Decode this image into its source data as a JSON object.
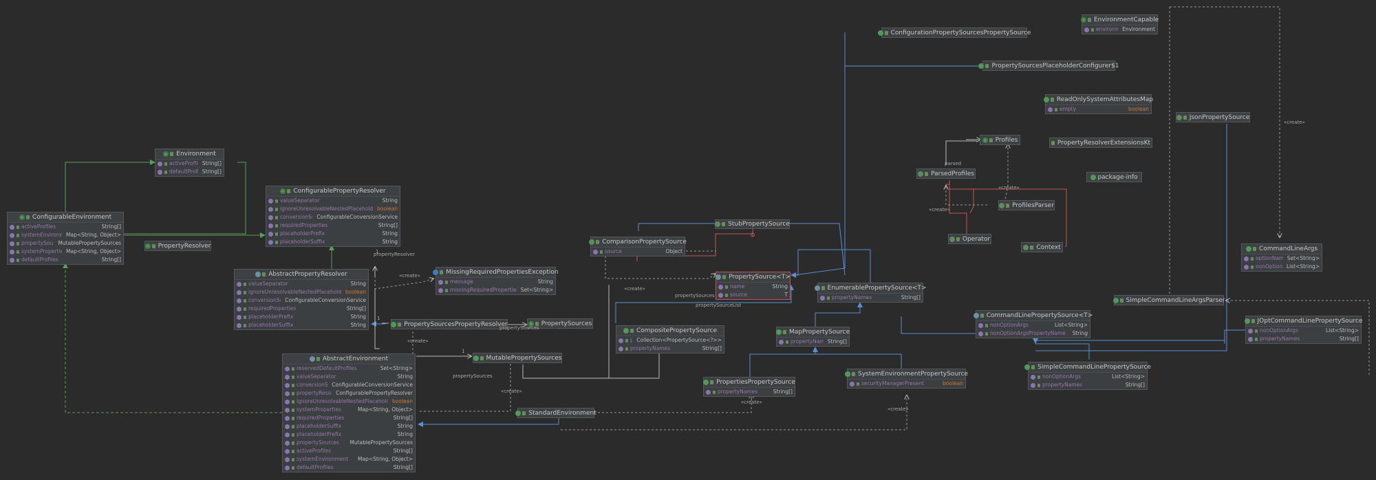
{
  "nodes": {
    "environment": {
      "title": "Environment",
      "fields": [
        [
          "activeProfiles",
          "String[]"
        ],
        [
          "defaultProfiles",
          "String[]"
        ]
      ]
    },
    "configurable_environment": {
      "title": "ConfigurableEnvironment",
      "fields": [
        [
          "activeProfiles",
          "String[]"
        ],
        [
          "systemEnvironment",
          "Map<String, Object>"
        ],
        [
          "propertySources",
          "MutablePropertySources"
        ],
        [
          "systemProperties",
          "Map<String, Object>"
        ],
        [
          "defaultProfiles",
          "String[]"
        ]
      ]
    },
    "property_resolver": {
      "title": "PropertyResolver"
    },
    "configurable_property_resolver": {
      "title": "ConfigurablePropertyResolver",
      "fields": [
        [
          "valueSeparator",
          "String"
        ],
        [
          "ignoreUnresolvableNestedPlaceholders",
          "boolean"
        ],
        [
          "conversionService",
          "ConfigurableConversionService"
        ],
        [
          "requiredProperties",
          "String[]"
        ],
        [
          "placeholderPrefix",
          "String"
        ],
        [
          "placeholderSuffix",
          "String"
        ]
      ]
    },
    "abstract_property_resolver": {
      "title": "AbstractPropertyResolver",
      "fields": [
        [
          "valueSeparator",
          "String"
        ],
        [
          "ignoreUnresolvableNestedPlaceholders",
          "boolean"
        ],
        [
          "conversionService",
          "ConfigurableConversionService"
        ],
        [
          "requiredProperties",
          "String[]"
        ],
        [
          "placeholderPrefix",
          "String"
        ],
        [
          "placeholderSuffix",
          "String"
        ]
      ]
    },
    "missing_required": {
      "title": "MissingRequiredPropertiesException",
      "fields": [
        [
          "message",
          "String"
        ],
        [
          "missingRequiredProperties",
          "Set<String>"
        ]
      ]
    },
    "property_sources_property_resolver": {
      "title": "PropertySourcesPropertyResolver"
    },
    "property_sources": {
      "title": "PropertySources"
    },
    "mutable_property_sources": {
      "title": "MutablePropertySources"
    },
    "abstract_environment": {
      "title": "AbstractEnvironment",
      "fields": [
        [
          "reservedDefaultProfiles",
          "Set<String>"
        ],
        [
          "valueSeparator",
          "String"
        ],
        [
          "conversionService",
          "ConfigurableConversionService"
        ],
        [
          "propertyResolver",
          "ConfigurablePropertyResolver"
        ],
        [
          "ignoreUnresolvableNestedPlaceholders",
          "boolean"
        ],
        [
          "systemProperties",
          "Map<String, Object>"
        ],
        [
          "requiredProperties",
          "String[]"
        ],
        [
          "placeholderSuffix",
          "String"
        ],
        [
          "placeholderPrefix",
          "String"
        ],
        [
          "propertySources",
          "MutablePropertySources"
        ],
        [
          "activeProfiles",
          "String[]"
        ],
        [
          "systemEnvironment",
          "Map<String, Object>"
        ],
        [
          "defaultProfiles",
          "String[]"
        ]
      ]
    },
    "standard_environment": {
      "title": "StandardEnvironment"
    },
    "comparison_property_source": {
      "title": "ComparisonPropertySource",
      "fields": [
        [
          "source",
          "Object"
        ]
      ]
    },
    "stub_property_source": {
      "title": "StubPropertySource"
    },
    "property_source": {
      "title": "PropertySource<T>",
      "fields": [
        [
          "name",
          "String"
        ],
        [
          "source",
          "T"
        ]
      ]
    },
    "composite_property_source": {
      "title": "CompositePropertySource",
      "fields": [
        [
          "propertySources",
          "Collection<PropertySource<?>>"
        ],
        [
          "propertyNames",
          "String[]"
        ]
      ]
    },
    "enumerable_property_source": {
      "title": "EnumerablePropertySource<T>",
      "fields": [
        [
          "propertyNames",
          "String[]"
        ]
      ]
    },
    "map_property_source": {
      "title": "MapPropertySource",
      "fields": [
        [
          "propertyNames",
          "String[]"
        ]
      ]
    },
    "properties_property_source": {
      "title": "PropertiesPropertySource",
      "fields": [
        [
          "propertyNames",
          "String[]"
        ]
      ]
    },
    "system_environment_property_source": {
      "title": "SystemEnvironmentPropertySource",
      "fields": [
        [
          "securityManagerPresent",
          "boolean"
        ]
      ]
    },
    "command_line_property_source": {
      "title": "CommandLinePropertySource<T>",
      "fields": [
        [
          "nonOptionArgs",
          "List<String>"
        ],
        [
          "nonOptionArgsPropertyName",
          "String"
        ]
      ]
    },
    "simple_command_line_property_source": {
      "title": "SimpleCommandLinePropertySource",
      "fields": [
        [
          "nonOptionArgs",
          "List<String>"
        ],
        [
          "propertyNames",
          "String[]"
        ]
      ]
    },
    "jopt_command_line_property_source": {
      "title": "JOptCommandLinePropertySource",
      "fields": [
        [
          "nonOptionArgs",
          "List<String>"
        ],
        [
          "propertyNames",
          "String[]"
        ]
      ]
    },
    "simple_command_line_args_parser": {
      "title": "SimpleCommandLineArgsParser"
    },
    "command_line_args": {
      "title": "CommandLineArgs",
      "fields": [
        [
          "optionNames",
          "Set<String>"
        ],
        [
          "nonOptionArgs",
          "List<String>"
        ]
      ]
    },
    "json_property_source": {
      "title": "JsonPropertySource"
    },
    "configuration_property_sources_property_source": {
      "title": "ConfigurationPropertySourcesPropertySource"
    },
    "property_sources_placeholder_configurer": {
      "title": "PropertySourcesPlaceholderConfigurer$1"
    },
    "environment_capable": {
      "title": "EnvironmentCapable",
      "fields": [
        [
          "environment",
          "Environment"
        ]
      ]
    },
    "read_only_system_attributes_map": {
      "title": "ReadOnlySystemAttributesMap",
      "fields": [
        [
          "empty",
          "boolean"
        ]
      ]
    },
    "property_resolver_extensions_kt": {
      "title": "PropertyResolverExtensionsKt"
    },
    "package_info": {
      "title": "package-info"
    },
    "profiles": {
      "title": "Profiles"
    },
    "parsed_profiles": {
      "title": "ParsedProfiles"
    },
    "profiles_parser": {
      "title": "ProfilesParser"
    },
    "operator": {
      "title": "Operator"
    },
    "context": {
      "title": "Context"
    }
  },
  "labels": {
    "property_resolver": "propertyResolver",
    "create": "«create»",
    "one": "1",
    "property_sources": "propertySources",
    "property_source_list": "propertySourceList",
    "parsed": "parsed"
  },
  "colors": {
    "background": "#2b2b2b",
    "box": "#3c3f41",
    "inherit_blue": "#5a8fd6",
    "implement_green": "#5a9e5a",
    "inner_red": "#c75450",
    "dependency": "#9a9a9a"
  }
}
